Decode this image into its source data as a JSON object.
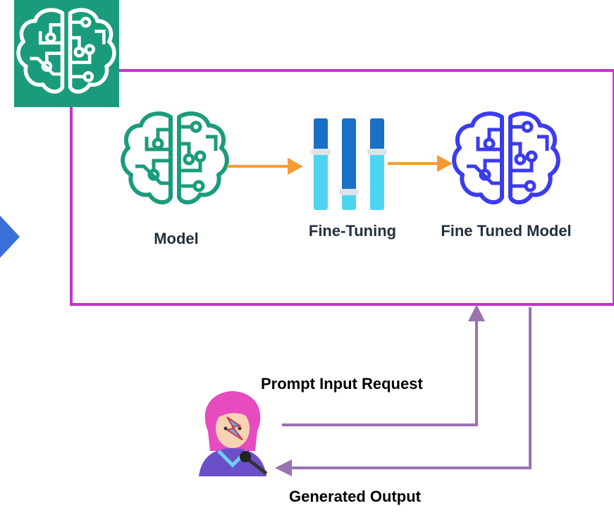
{
  "labels": {
    "model": "Model",
    "fine_tuning": "Fine-Tuning",
    "fine_tuned_model": "Fine Tuned Model",
    "prompt_input_request": "Prompt Input Request",
    "generated_output": "Generated Output"
  },
  "icons": {
    "top_logo": "brain-circuit-icon",
    "model": "brain-circuit-icon",
    "fine_tuning": "sliders-icon",
    "fine_tuned_model": "brain-circuit-icon",
    "user": "singer-avatar-icon",
    "left_edge": "chevron-right-icon"
  },
  "colors": {
    "logo_bg": "#1a9c7c",
    "model_brain": "#1a9c7c",
    "fine_tuned_brain": "#3b3bf0",
    "box_border": "#c233c9",
    "arrow_orange": "#f79a33",
    "connector_purple": "#9b72b0",
    "slider_dark": "#1a6fc7",
    "slider_light": "#4dd5f0",
    "left_chevron": "#3a6fd8"
  }
}
